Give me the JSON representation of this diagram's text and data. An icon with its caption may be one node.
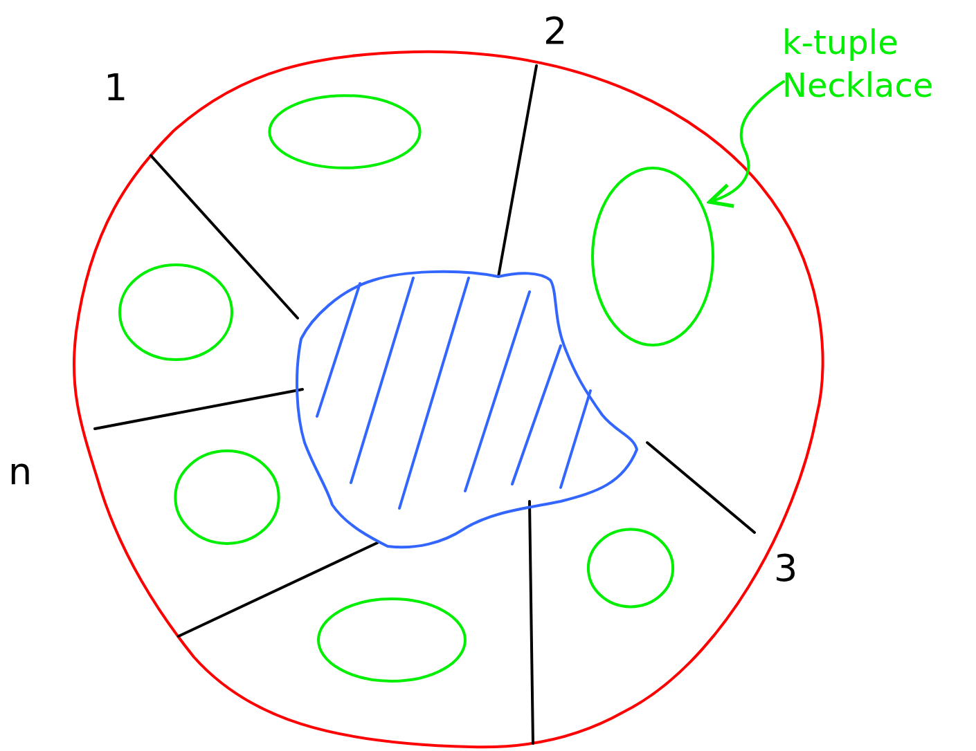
{
  "diagram": {
    "nodes": [
      {
        "text": [
          "k-tuple Necklace"
        ]
      },
      {
        "text": [],
        "shape": "circle"
      },
      {
        "text": [],
        "shape": "circle"
      },
      {
        "text": [],
        "shape": "circle"
      },
      {
        "text": [],
        "shape": "circle"
      },
      {
        "text": [],
        "shape": "circle"
      },
      {
        "text": [],
        "shape": "circle"
      }
    ],
    "edges": [
      {
        "from": 0,
        "to": 2,
        "arrow": "to"
      }
    ],
    "labels": [
      "2",
      "1",
      "3",
      "n"
    ]
  }
}
